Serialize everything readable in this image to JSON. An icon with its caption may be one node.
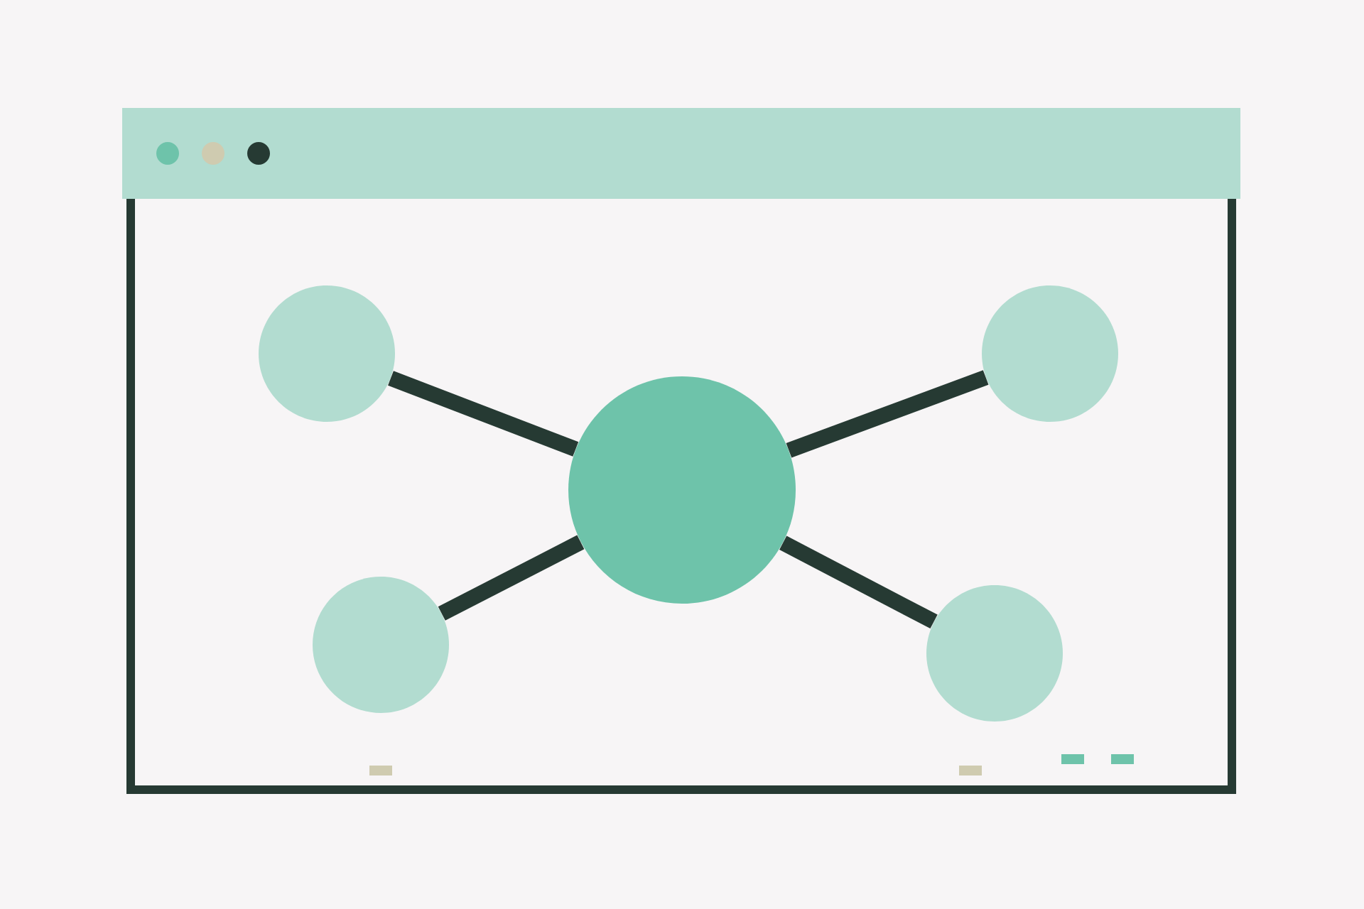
{
  "diagram": {
    "nodes": [
      {
        "text": [],
        "shape": "box"
      },
      {
        "text": [],
        "shape": "circle",
        "in": 0
      },
      {
        "text": [],
        "shape": "circle",
        "in": 0
      },
      {
        "text": [],
        "shape": "circle",
        "in": 0
      },
      {
        "text": [],
        "shape": "circle",
        "in": 0
      },
      {
        "text": [],
        "shape": "circle",
        "in": 0
      }
    ],
    "edges": [
      {
        "from": 3,
        "to": 1,
        "arrow": "none"
      },
      {
        "from": 3,
        "to": 2,
        "arrow": "none"
      },
      {
        "from": 3,
        "to": 4,
        "arrow": "none"
      },
      {
        "from": 3,
        "to": 5,
        "arrow": "none"
      }
    ]
  }
}
